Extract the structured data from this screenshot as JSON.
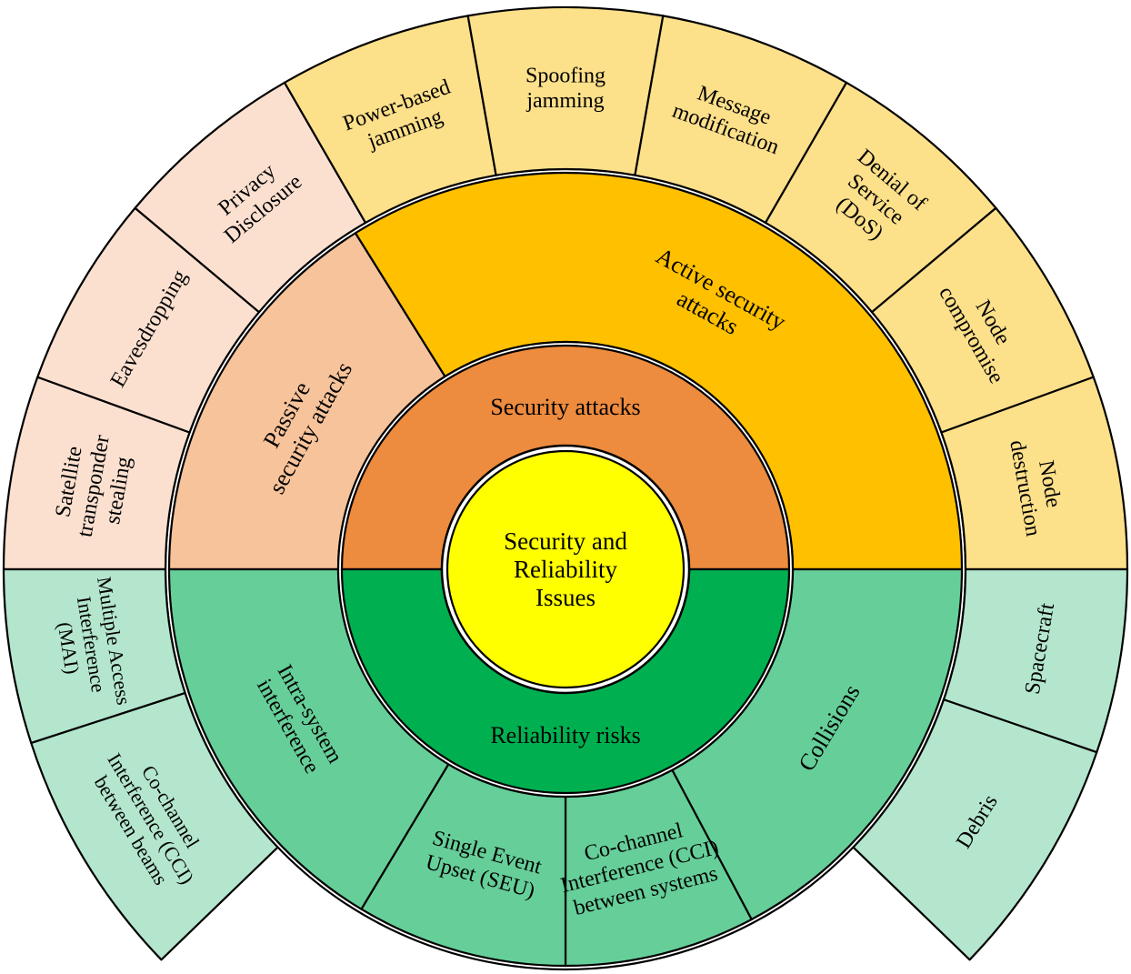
{
  "center": {
    "label": [
      "Security and",
      "Reliability",
      "Issues"
    ],
    "color": "#ffff00"
  },
  "inner_ring": [
    {
      "id": "security-attacks",
      "label": [
        "Security attacks"
      ],
      "color": "#ed8b3e"
    },
    {
      "id": "reliability-risks",
      "label": [
        "Reliability risks"
      ],
      "color": "#00b050"
    }
  ],
  "middle_ring": [
    {
      "id": "passive-security-attacks",
      "label": [
        "Passive",
        "security attacks"
      ],
      "color": "#f7c39b"
    },
    {
      "id": "active-security-attacks",
      "label": [
        "Active security",
        "attacks"
      ],
      "color": "#ffc000"
    },
    {
      "id": "collisions",
      "label": [
        "Collisions"
      ],
      "color": "#66cf99"
    },
    {
      "id": "cci-between-systems",
      "label": [
        "Co-channel",
        "Interference (CCI)",
        "between systems"
      ],
      "color": "#66cf99"
    },
    {
      "id": "single-event-upset",
      "label": [
        "Single Event",
        "Upset (SEU)"
      ],
      "color": "#66cf99"
    },
    {
      "id": "intra-system-interference",
      "label": [
        "Intra-system",
        "interference"
      ],
      "color": "#66cf99"
    }
  ],
  "outer_ring": [
    {
      "id": "satellite-transponder-stealing",
      "label": [
        "Satellite",
        "transponder",
        "stealing"
      ],
      "color": "#fbe0d0"
    },
    {
      "id": "eavesdropping",
      "label": [
        "Eavesdropping"
      ],
      "color": "#fbe0d0"
    },
    {
      "id": "privacy-disclosure",
      "label": [
        "Privacy",
        "Disclosure"
      ],
      "color": "#fbe0d0"
    },
    {
      "id": "power-based-jamming",
      "label": [
        "Power-based",
        "jamming"
      ],
      "color": "#fde08a"
    },
    {
      "id": "spoofing-jamming",
      "label": [
        "Spoofing",
        "jamming"
      ],
      "color": "#fde08a"
    },
    {
      "id": "message-modification",
      "label": [
        "Message",
        "modification"
      ],
      "color": "#fde08a"
    },
    {
      "id": "denial-of-service",
      "label": [
        "Denial of",
        "Service",
        "(DoS)"
      ],
      "color": "#fde08a"
    },
    {
      "id": "node-compromise",
      "label": [
        "Node",
        "compromise"
      ],
      "color": "#fde08a"
    },
    {
      "id": "node-destruction",
      "label": [
        "Node",
        "destruction"
      ],
      "color": "#fde08a"
    },
    {
      "id": "spacecraft",
      "label": [
        "Spacecraft"
      ],
      "color": "#b4e6ce"
    },
    {
      "id": "debris",
      "label": [
        "Debris"
      ],
      "color": "#b4e6ce"
    },
    {
      "id": "cci-between-beams",
      "label": [
        "Co-channel",
        "Interference (CCI)",
        "between beams"
      ],
      "color": "#b4e6ce"
    },
    {
      "id": "multiple-access-interference",
      "label": [
        "Multiple Access",
        "Interference",
        "(MAI)"
      ],
      "color": "#b4e6ce"
    }
  ]
}
